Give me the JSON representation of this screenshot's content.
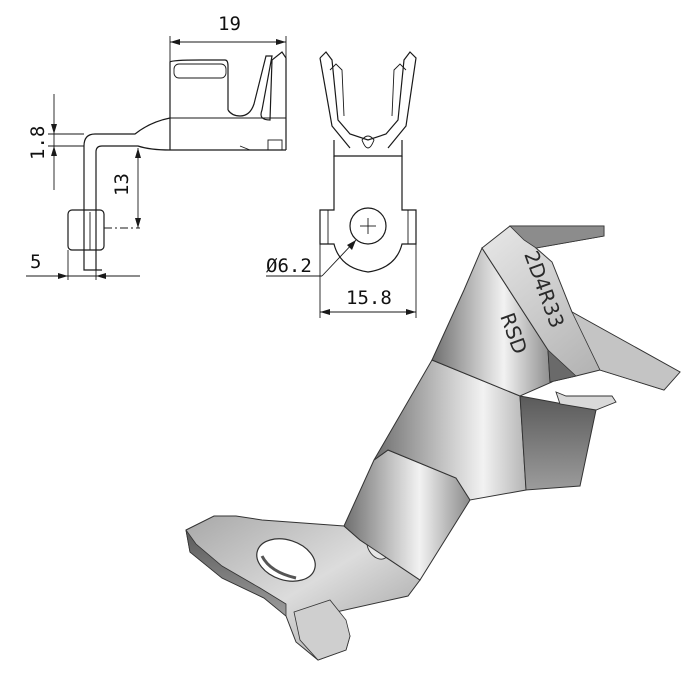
{
  "side_view": {
    "dim_width": "19",
    "dim_thickness": "1.8",
    "dim_height": "13",
    "dim_offset": "5"
  },
  "front_view": {
    "dim_hole": "Ø6.2",
    "dim_width": "15.8"
  },
  "iso_view": {
    "embossed_brand": "RSD",
    "embossed_code": "2D4R33"
  }
}
